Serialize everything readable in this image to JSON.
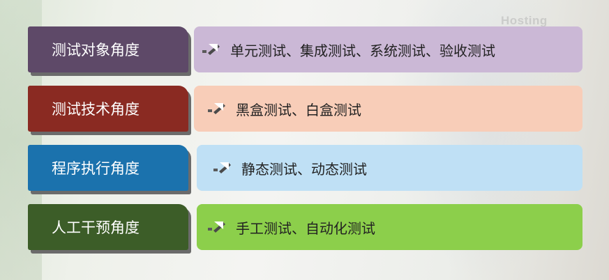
{
  "watermark": "Hosting",
  "rows": [
    {
      "label": "测试对象角度",
      "detail": "单元测试、集成测试、系统测试、验收测试",
      "label_color": "#5e4968",
      "detail_color": "#cbb8d6"
    },
    {
      "label": "测试技术角度",
      "detail": "黑盒测试、白盒测试",
      "label_color": "#8a2a22",
      "detail_color": "#f8cdb8"
    },
    {
      "label": "程序执行角度",
      "detail": "静态测试、动态测试",
      "label_color": "#1b72ad",
      "detail_color": "#bfe0f5"
    },
    {
      "label": "人工干预角度",
      "detail": "手工测试、自动化测试",
      "label_color": "#3c5d28",
      "detail_color": "#8ccf4b"
    }
  ],
  "arrow_icon": "arrow-icon"
}
